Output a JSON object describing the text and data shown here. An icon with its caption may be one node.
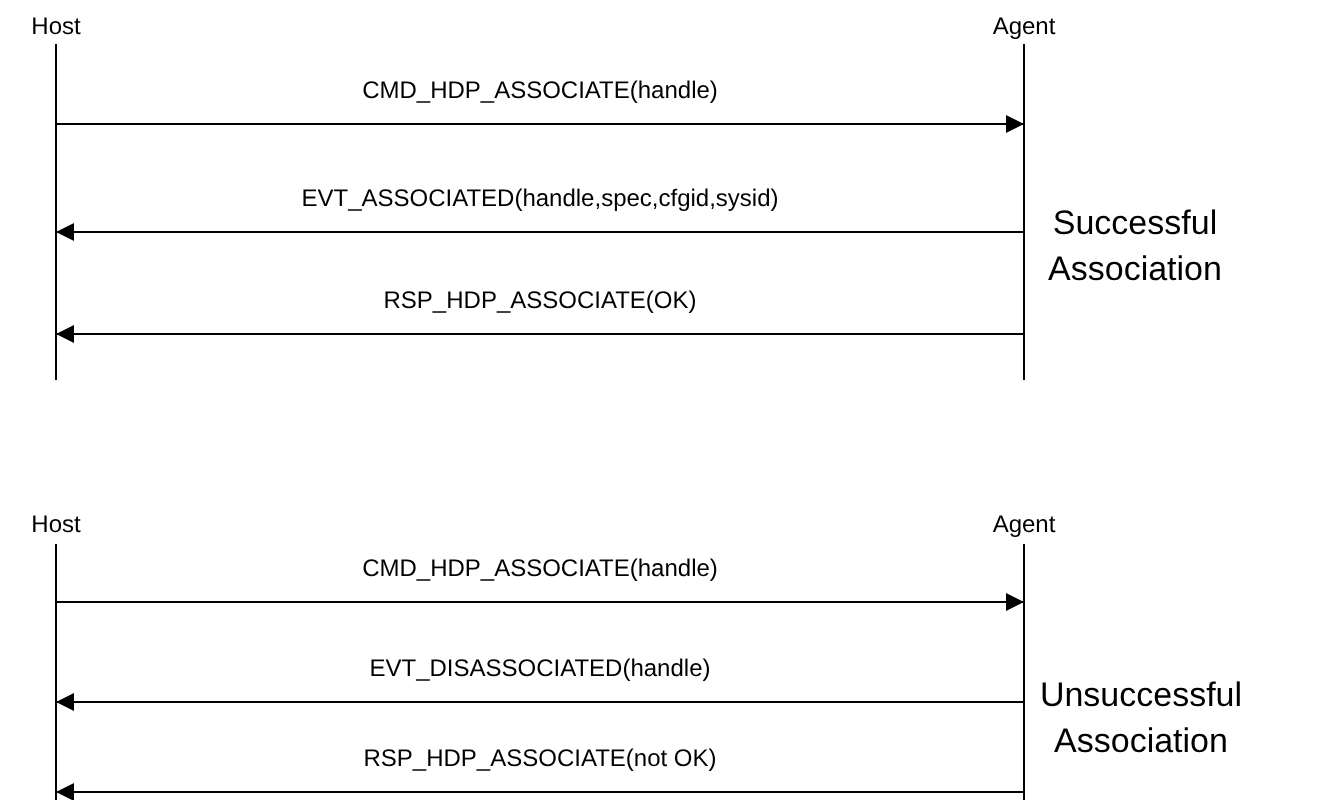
{
  "diagram": {
    "nodes": [
      {
        "text": [
          "Host"
        ]
      },
      {
        "text": [
          "Agent"
        ]
      },
      {
        "text": [
          "Host"
        ]
      },
      {
        "text": [
          "Agent"
        ]
      }
    ],
    "edges": [
      {
        "from": 0,
        "to": 1,
        "arrow": "to",
        "label": "CMD_HDP_ASSOCIATE(handle)"
      },
      {
        "from": 1,
        "to": 0,
        "arrow": "to",
        "label": "EVT_ASSOCIATED(handle,spec,cfgid,sysid)"
      },
      {
        "from": 1,
        "to": 0,
        "arrow": "to",
        "label": "RSP_HDP_ASSOCIATE(OK)"
      },
      {
        "from": 2,
        "to": 3,
        "arrow": "to",
        "label": "CMD_HDP_ASSOCIATE(handle)"
      },
      {
        "from": 3,
        "to": 2,
        "arrow": "to",
        "label": "EVT_DISASSOCIATED(handle)"
      },
      {
        "from": 3,
        "to": 2,
        "arrow": "to",
        "label": "RSP_HDP_ASSOCIATE(not OK)"
      }
    ],
    "labels": [
      "Successful Association",
      "Unsuccessful Association"
    ]
  }
}
